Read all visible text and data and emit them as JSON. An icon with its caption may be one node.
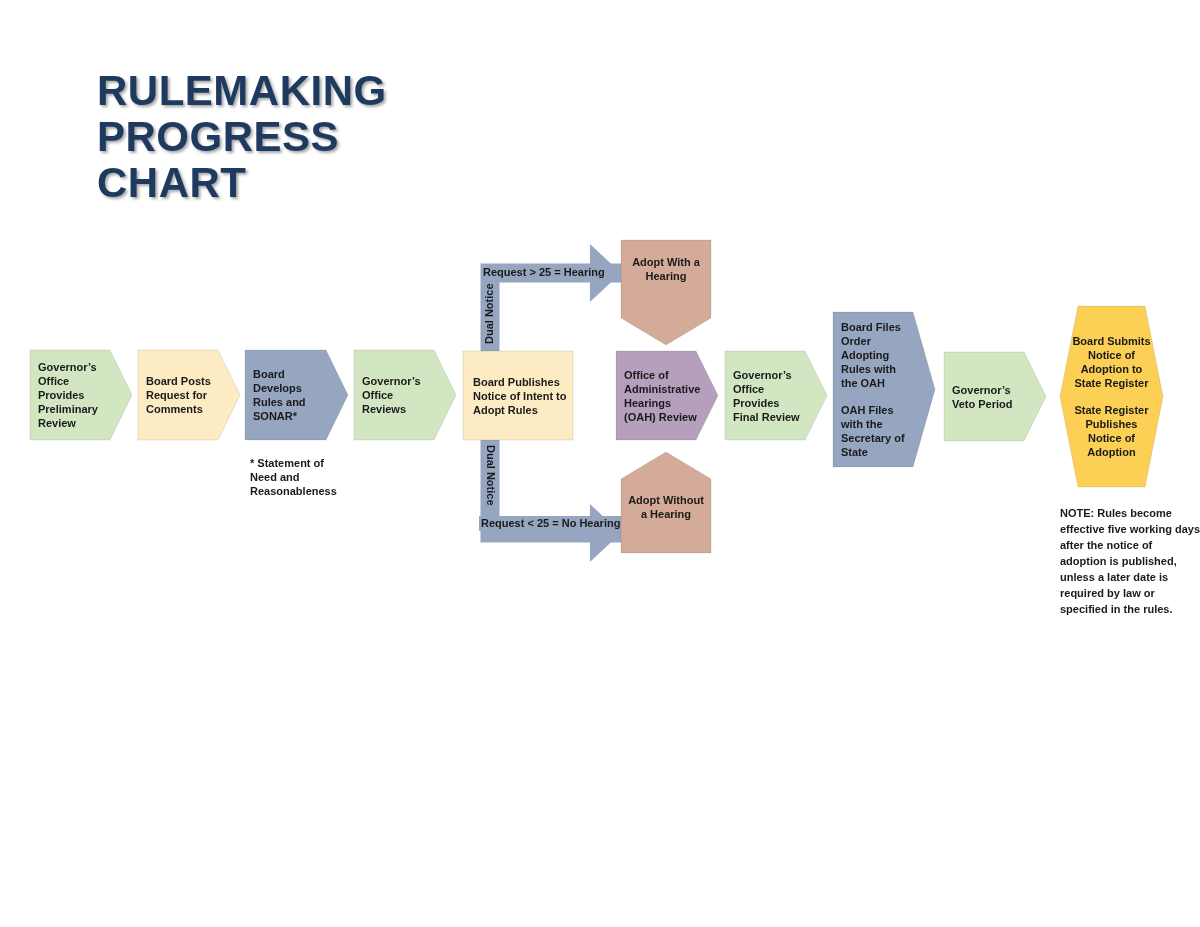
{
  "diagram": {
    "title": "RULEMAKING PROGRESS CHART",
    "nodes": [
      {
        "text": [
          "Governor’s Office Provides Preliminary Review"
        ]
      },
      {
        "text": [
          "Board Posts Request for Comments"
        ]
      },
      {
        "text": [
          "Board Develops Rules and SONAR*"
        ],
        "beside": [
          "* Statement of Need and Reasonableness"
        ]
      },
      {
        "text": [
          "Governor’s Office Reviews"
        ]
      },
      {
        "text": [
          "Board Publishes Notice of Intent to Adopt Rules"
        ]
      },
      {
        "text": [
          "Adopt With a Hearing"
        ]
      },
      {
        "text": [
          "Office of Administrative Hearings (OAH) Review"
        ]
      },
      {
        "text": [
          "Adopt Without a Hearing"
        ]
      },
      {
        "text": [
          "Governor’s Office Provides Final Review"
        ]
      },
      {
        "text": [
          "Board Files Order Adopting Rules with the OAH",
          "OAH Files with the Secretary of State"
        ]
      },
      {
        "text": [
          "Governor’s Veto Period"
        ]
      },
      {
        "text": [
          "Board Submits Notice of Adoption to State Register",
          "State Register Publishes Notice of Adoption"
        ]
      }
    ],
    "edges": [
      {
        "from": 4,
        "to": 5,
        "arrow": "to",
        "label": "Request > 25 = Hearing"
      },
      {
        "from": 4,
        "to": 7,
        "arrow": "to",
        "label": "Request < 25 = No Hearing"
      }
    ],
    "labels": [
      "Dual Notice",
      "Dual Notice",
      "NOTE: Rules become effective five working days after the notice of adoption is published, unless a later date is required by law or specified in the rules."
    ]
  }
}
